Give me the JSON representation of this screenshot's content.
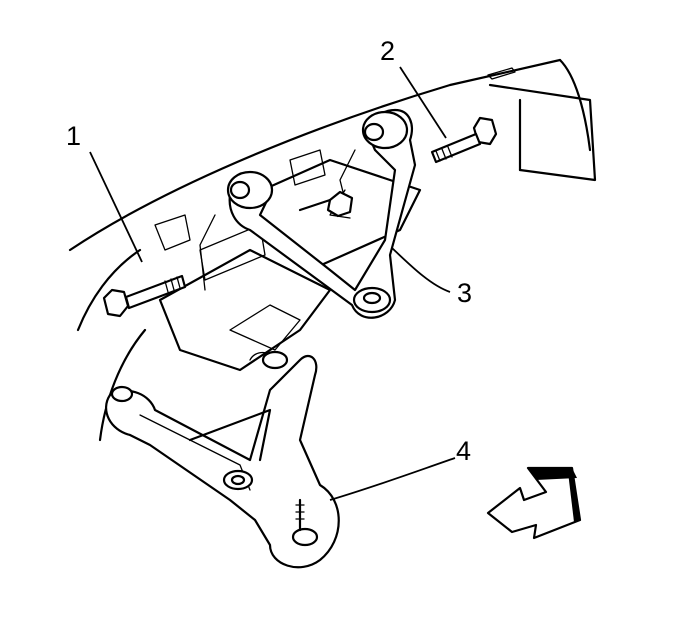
{
  "callouts": [
    {
      "id": "1",
      "label": "1"
    },
    {
      "id": "2",
      "label": "2"
    },
    {
      "id": "3",
      "label": "3"
    },
    {
      "id": "4",
      "label": "4"
    }
  ],
  "colors": {
    "ink": "#000000",
    "paper": "#ffffff"
  },
  "icons": [
    "bolt-icon",
    "direction-arrow-icon"
  ]
}
